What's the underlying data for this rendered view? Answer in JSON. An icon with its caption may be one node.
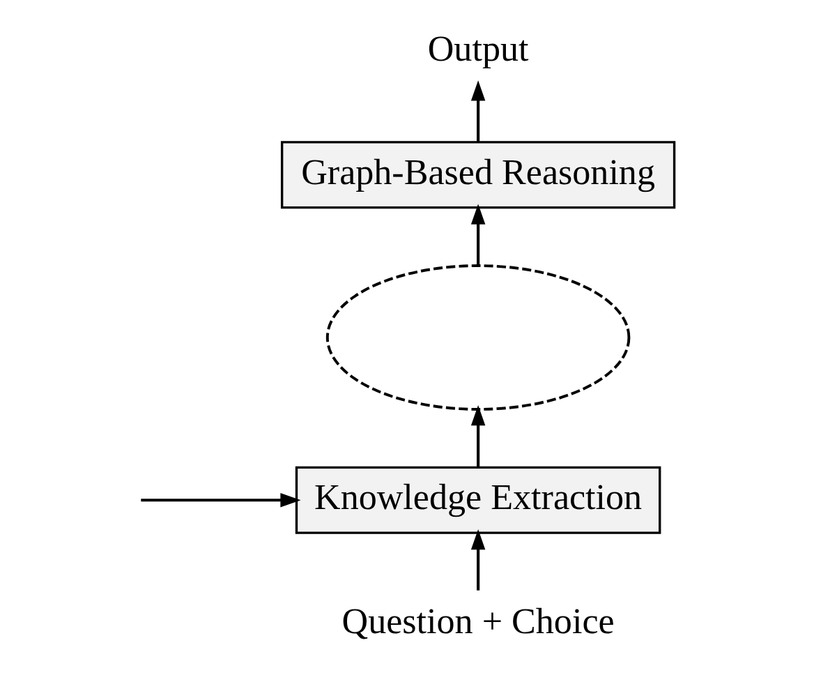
{
  "diagram": {
    "nodes": [
      {
        "text": [
          "Output"
        ]
      },
      {
        "text": [
          "Graph-Based Reasoning"
        ]
      },
      {
        "text": [],
        "shape": "ellipse"
      },
      {
        "text": [
          "Knowledge Extraction"
        ]
      },
      {
        "text": [
          "Question + Choice"
        ]
      }
    ],
    "edges": [
      {
        "from": 4,
        "to": 3,
        "arrow": "to"
      },
      {
        "from": null,
        "to": 3,
        "arrow": "to"
      },
      {
        "from": 3,
        "to": 2,
        "arrow": "to"
      },
      {
        "from": 2,
        "to": 1,
        "arrow": "to"
      },
      {
        "from": 1,
        "to": 0,
        "arrow": "to"
      }
    ]
  }
}
